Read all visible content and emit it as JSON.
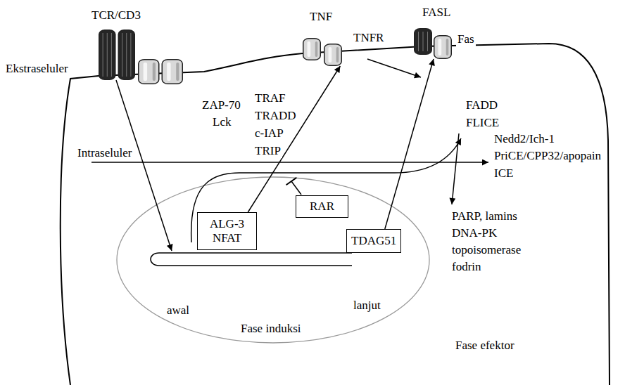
{
  "diagram": {
    "nodes": [
      {
        "text": [
          "TCR/CD3"
        ]
      },
      {
        "text": [
          "ZAP-70",
          "Lck"
        ]
      },
      {
        "text": [
          "TNF"
        ]
      },
      {
        "text": [
          "TNFR"
        ]
      },
      {
        "text": [
          "FASL"
        ]
      },
      {
        "text": [
          "Fas"
        ]
      },
      {
        "text": [
          "ALG-3",
          "NFAT"
        ]
      },
      {
        "text": [
          "RAR"
        ]
      },
      {
        "text": [
          "TDAG51"
        ]
      }
    ],
    "edges": [
      {
        "from": 6,
        "to": 3,
        "arrow": "to"
      },
      {
        "from": 8,
        "to": 5,
        "arrow": "to"
      }
    ],
    "labels": [
      "Ekstraseluler",
      "Intraseluler",
      "TRAF",
      "TRADD",
      "c-IAP",
      "TRIP",
      "FADD",
      "FLICE",
      "Nedd2/Ich-1",
      "PriCE/CPP32/apopain",
      "ICE",
      "PARP, lamins",
      "DNA-PK",
      "topoisomerase",
      "fodrin",
      "awal",
      "lanjut",
      "Fase induksi",
      "Fase efektor"
    ]
  }
}
